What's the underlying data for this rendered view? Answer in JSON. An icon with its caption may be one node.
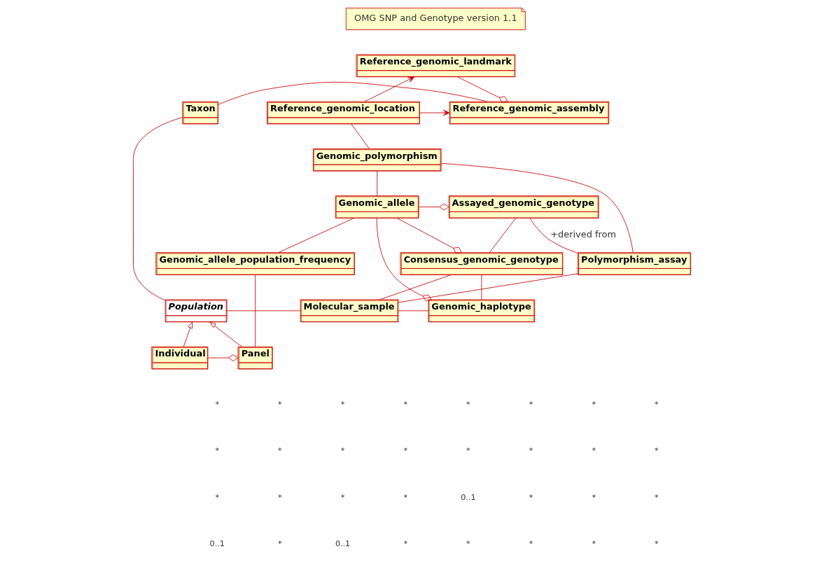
{
  "diagram": {
    "nodes": [
      {
        "text": [
          "OMG SNP and Genotype version 1.1"
        ]
      },
      {
        "text": [
          "Reference_genomic_landmark"
        ]
      },
      {
        "text": [
          "Taxon"
        ]
      },
      {
        "text": [
          "Reference_genomic_assembly"
        ]
      },
      {
        "text": [
          "Reference_genomic_location"
        ]
      },
      {
        "text": [
          "Genomic_polymorphism"
        ]
      },
      {
        "text": [
          "Assayed_genomic_genotype"
        ]
      },
      {
        "text": [
          "Genomic_allele"
        ]
      },
      {
        "text": [
          "Polymorphism_assay"
        ]
      },
      {
        "text": [
          "Consensus_genomic_genotype"
        ]
      },
      {
        "text": [
          "Genomic_allele_population_frequency"
        ]
      },
      {
        "text": [
          "Population"
        ]
      },
      {
        "text": [
          "Molecular_sample"
        ]
      },
      {
        "text": [
          "Genomic_haplotype"
        ]
      },
      {
        "text": [
          "Individual"
        ]
      },
      {
        "text": [
          "Panel"
        ]
      }
    ],
    "edges": [
      {
        "from": 4,
        "to": 1,
        "arrow": "to"
      },
      {
        "from": 4,
        "to": 3,
        "arrow": "to"
      },
      {
        "from": 1,
        "to": 3,
        "arrow": "other"
      },
      {
        "from": 2,
        "to": 3,
        "arrow": "none"
      },
      {
        "from": 4,
        "to": 5,
        "arrow": "none"
      },
      {
        "from": 5,
        "to": 8,
        "arrow": "none"
      },
      {
        "from": 5,
        "to": 7,
        "arrow": "none"
      },
      {
        "from": 7,
        "to": 6,
        "arrow": "other"
      },
      {
        "from": 6,
        "to": 8,
        "arrow": "none",
        "label": "+derived from"
      },
      {
        "from": 6,
        "to": 9,
        "arrow": "none"
      },
      {
        "from": 7,
        "to": 9,
        "arrow": "other"
      },
      {
        "from": 7,
        "to": 13,
        "arrow": "other"
      },
      {
        "from": 7,
        "to": 10,
        "arrow": "none"
      },
      {
        "from": 8,
        "to": 12,
        "arrow": "none"
      },
      {
        "from": 9,
        "to": 12,
        "arrow": "none"
      },
      {
        "from": 9,
        "to": 13,
        "arrow": "none"
      },
      {
        "from": 11,
        "to": 12,
        "arrow": "none"
      },
      {
        "from": 12,
        "to": 13,
        "arrow": "none"
      },
      {
        "from": 14,
        "to": 11,
        "arrow": "to"
      },
      {
        "from": 15,
        "to": 11,
        "arrow": "to"
      },
      {
        "from": 14,
        "to": 15,
        "arrow": "other"
      },
      {
        "from": 15,
        "to": 10,
        "arrow": "none"
      },
      {
        "from": 2,
        "to": 11,
        "arrow": "none"
      }
    ],
    "labels": [
      "*",
      "*",
      "*",
      "*",
      "*",
      "*",
      "*",
      "*",
      "*",
      "*",
      "*",
      "*",
      "*",
      "*",
      "*",
      "*",
      "*",
      "*",
      "*",
      "*",
      "0..1",
      "*",
      "*",
      "*",
      "0..1",
      "*",
      "0..1",
      "*",
      "*",
      "*",
      "*",
      "*"
    ]
  }
}
